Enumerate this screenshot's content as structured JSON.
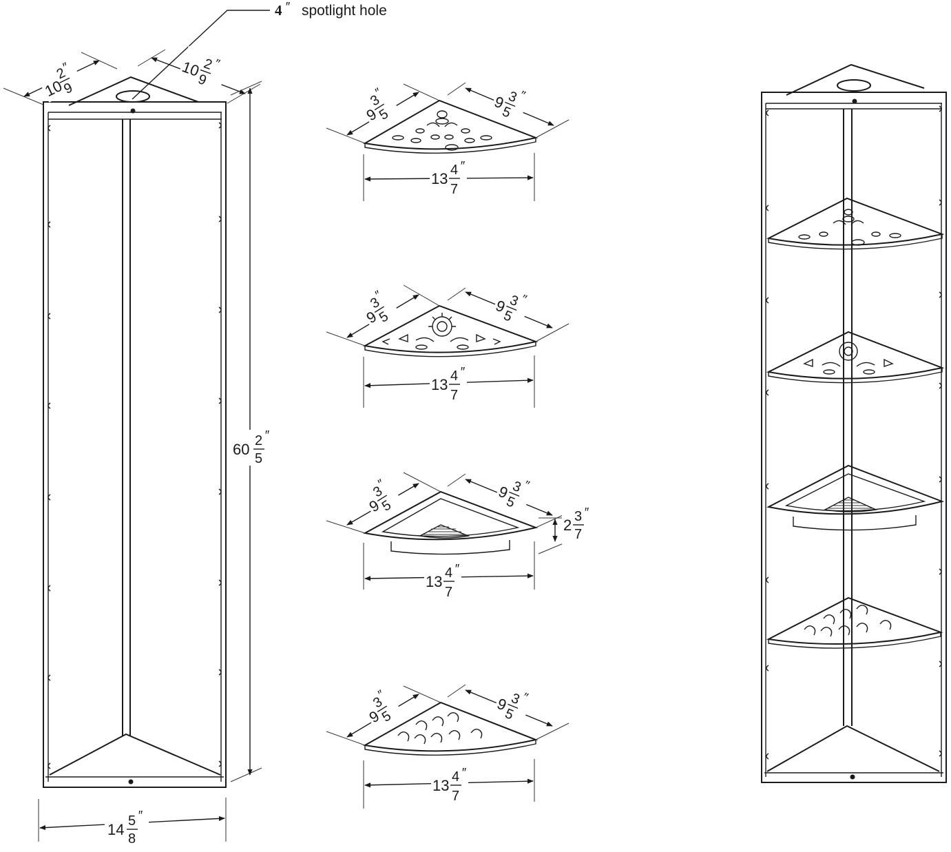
{
  "colors": {
    "line": "#1a1a1a",
    "background": "#ffffff"
  },
  "callout": {
    "size": "4",
    "unit": "″",
    "label": "spotlight hole"
  },
  "panel": {
    "depth_left": {
      "whole": "10",
      "num": "2",
      "den": "9",
      "unit": "″"
    },
    "depth_right": {
      "whole": "10",
      "num": "2",
      "den": "9",
      "unit": "″"
    },
    "height": {
      "whole": "60",
      "num": "2",
      "den": "5",
      "unit": "″"
    },
    "width": {
      "whole": "14",
      "num": "5",
      "den": "8",
      "unit": "″"
    }
  },
  "shelves": [
    {
      "name": "floral-shelf",
      "side_left": {
        "whole": "9",
        "num": "3",
        "den": "5",
        "unit": "″"
      },
      "side_right": {
        "whole": "9",
        "num": "3",
        "den": "5",
        "unit": "″"
      },
      "front": {
        "whole": "13",
        "num": "4",
        "den": "7",
        "unit": "″"
      }
    },
    {
      "name": "medallion-shelf",
      "side_left": {
        "whole": "9",
        "num": "3",
        "den": "5",
        "unit": "″"
      },
      "side_right": {
        "whole": "9",
        "num": "3",
        "den": "5",
        "unit": "″"
      },
      "front": {
        "whole": "13",
        "num": "4",
        "den": "7",
        "unit": "″"
      }
    },
    {
      "name": "basket-shelf",
      "side_left": {
        "whole": "9",
        "num": "3",
        "den": "5",
        "unit": "″"
      },
      "side_right": {
        "whole": "9",
        "num": "3",
        "den": "5",
        "unit": "″"
      },
      "front": {
        "whole": "13",
        "num": "4",
        "den": "7",
        "unit": "″"
      },
      "depth": {
        "whole": "2",
        "num": "3",
        "den": "7",
        "unit": "″"
      }
    },
    {
      "name": "wave-shelf",
      "side_left": {
        "whole": "9",
        "num": "3",
        "den": "5",
        "unit": "″"
      },
      "side_right": {
        "whole": "9",
        "num": "3",
        "den": "5",
        "unit": "″"
      },
      "front": {
        "whole": "13",
        "num": "4",
        "den": "7",
        "unit": "″"
      }
    }
  ]
}
